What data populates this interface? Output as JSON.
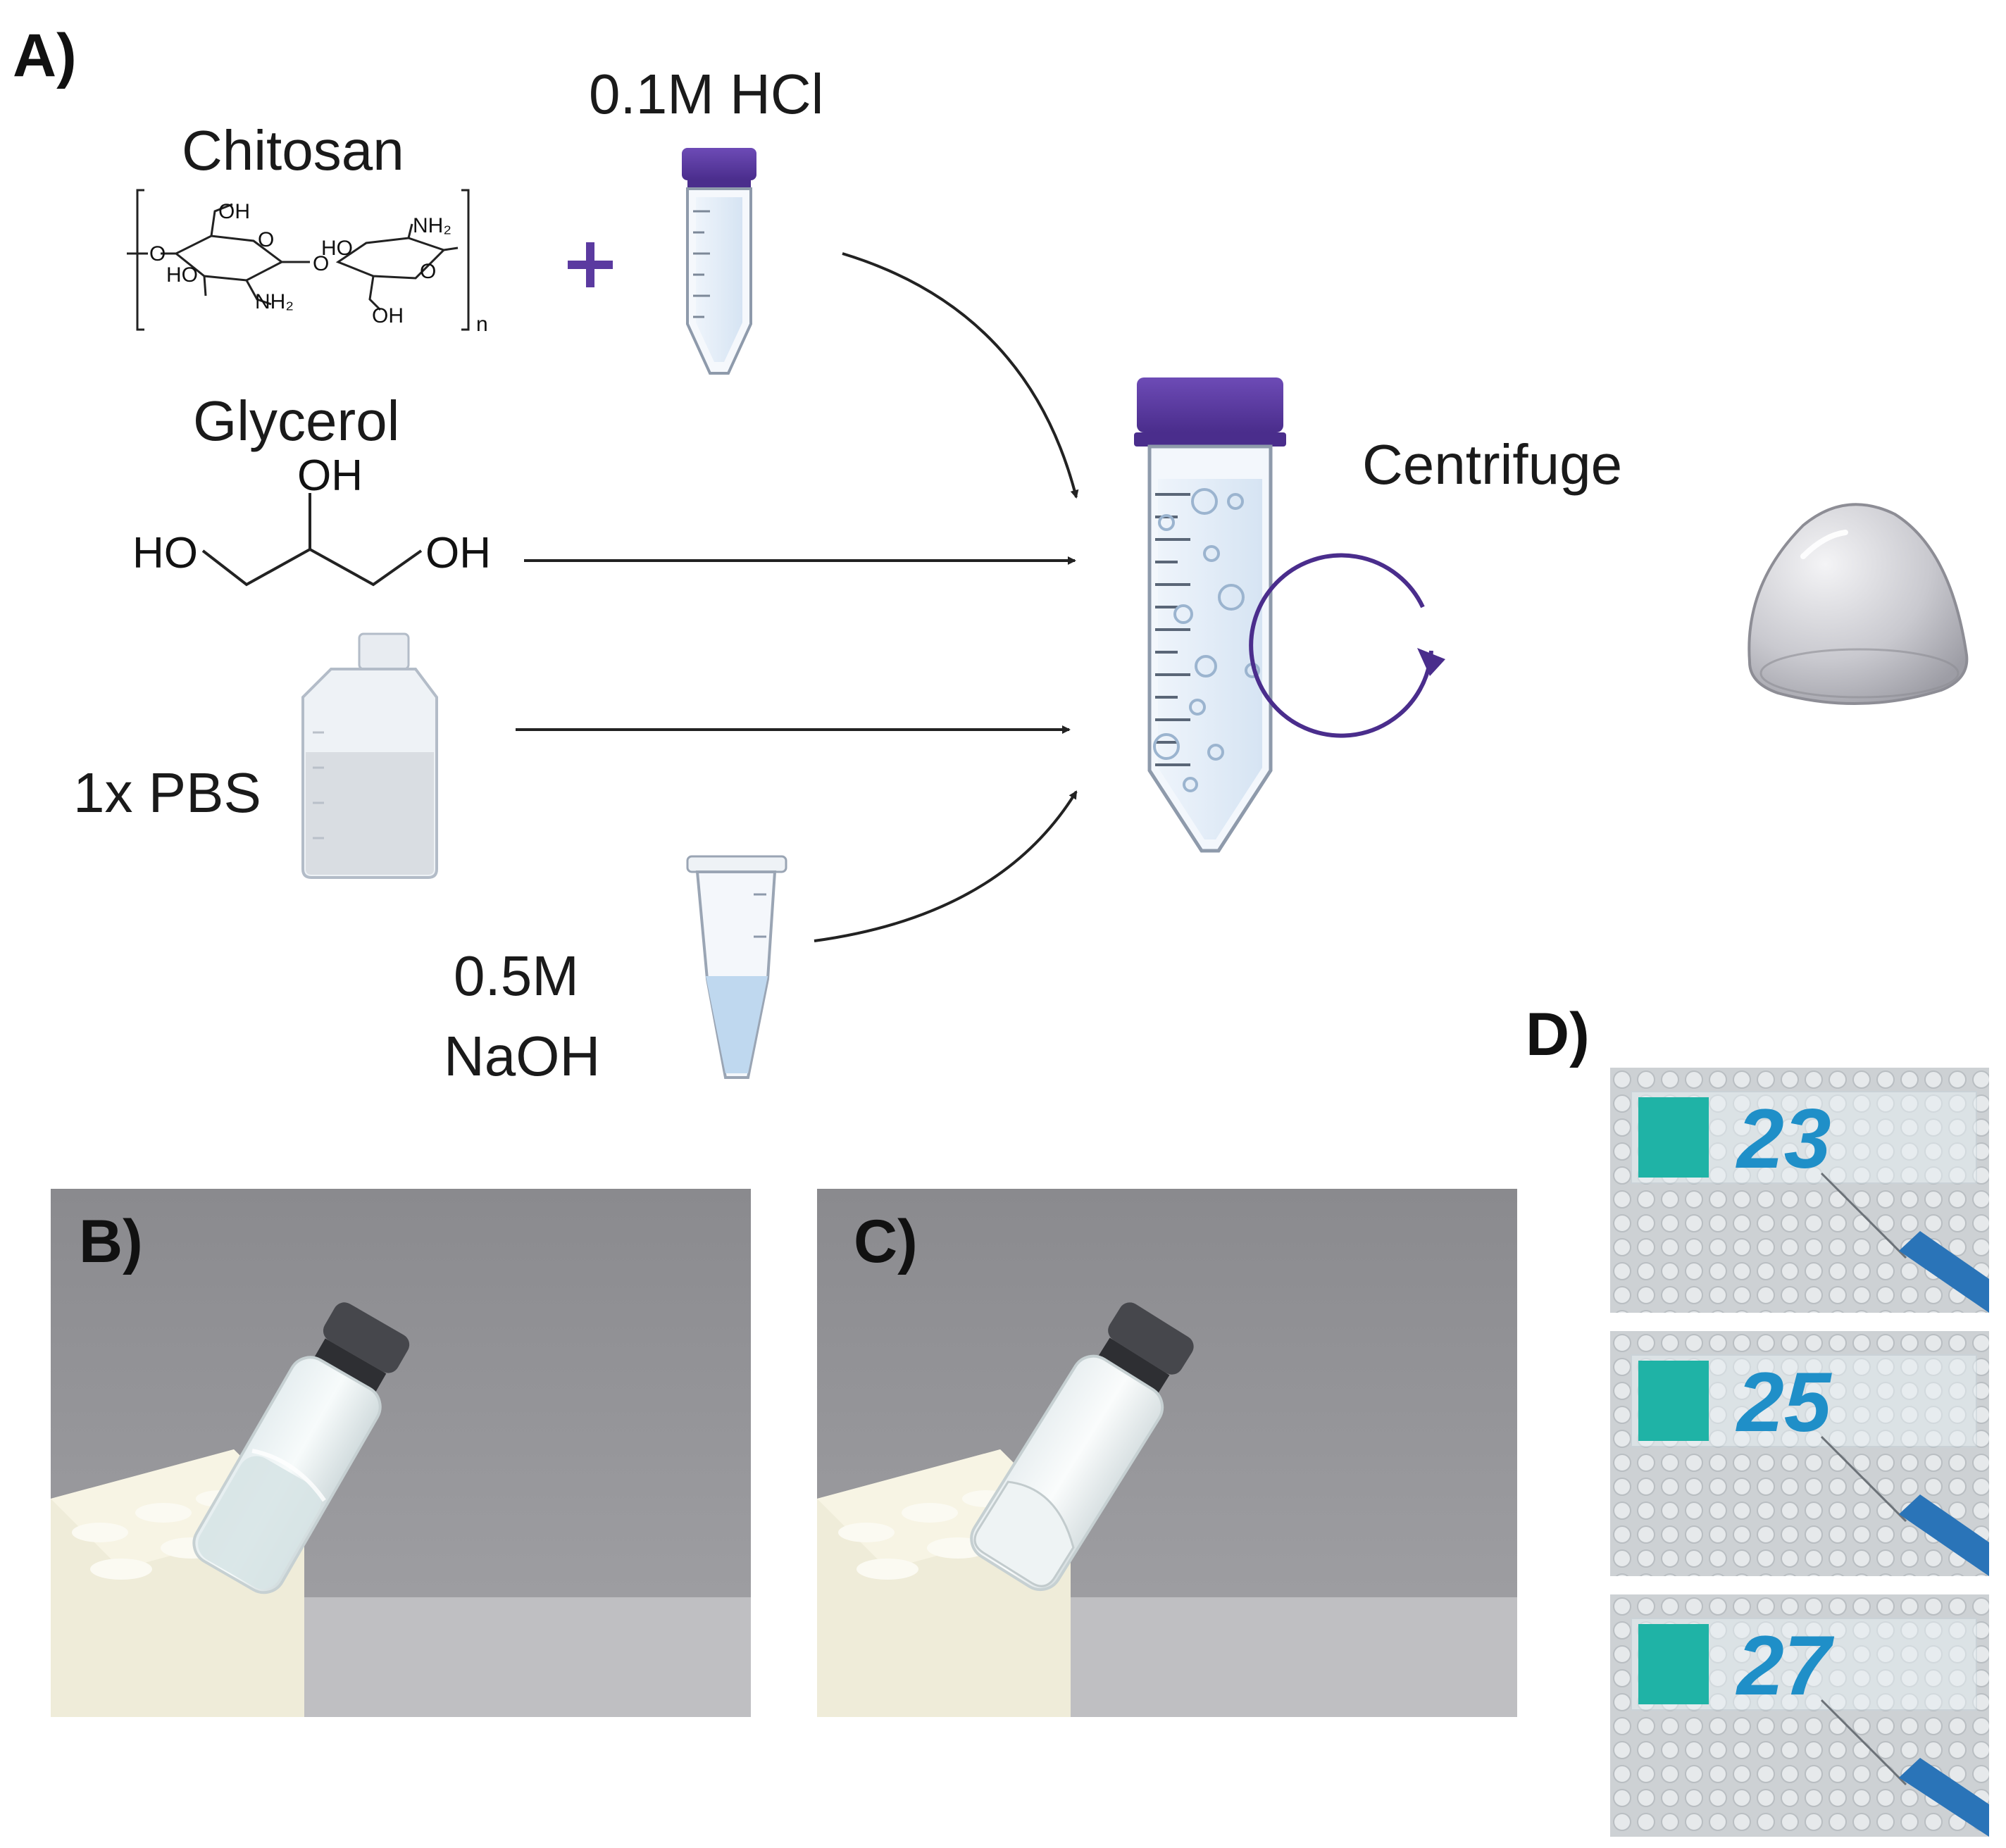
{
  "panels": {
    "a": "A)",
    "b": "B)",
    "c": "C)",
    "d": "D)"
  },
  "reagents": {
    "chitosan": "Chitosan",
    "hcl": "0.1M HCl",
    "glycerol": "Glycerol",
    "pbs": "1x PBS",
    "naoh_line1": "0.5M",
    "naoh_line2": "NaOH"
  },
  "chitosan_structure": {
    "groups": [
      "OH",
      "HO",
      "NH2",
      "HO",
      "NH2",
      "OH",
      "O",
      "O",
      "O",
      "O"
    ],
    "repeat": "n"
  },
  "glycerol_structure": {
    "top": "OH",
    "left": "HO",
    "right": "OH"
  },
  "process": {
    "centrifuge": "Centrifuge"
  },
  "slide_labels": [
    "23",
    "25",
    "27"
  ],
  "colors": {
    "cap_purple": "#5b3aa0",
    "tube_liquid": "#dbe9f6",
    "arrow": "#222222",
    "ink_blue": "#1f8fc8",
    "slide_teal": "#1fb3a6",
    "photo_wall": "#8e8e92"
  }
}
